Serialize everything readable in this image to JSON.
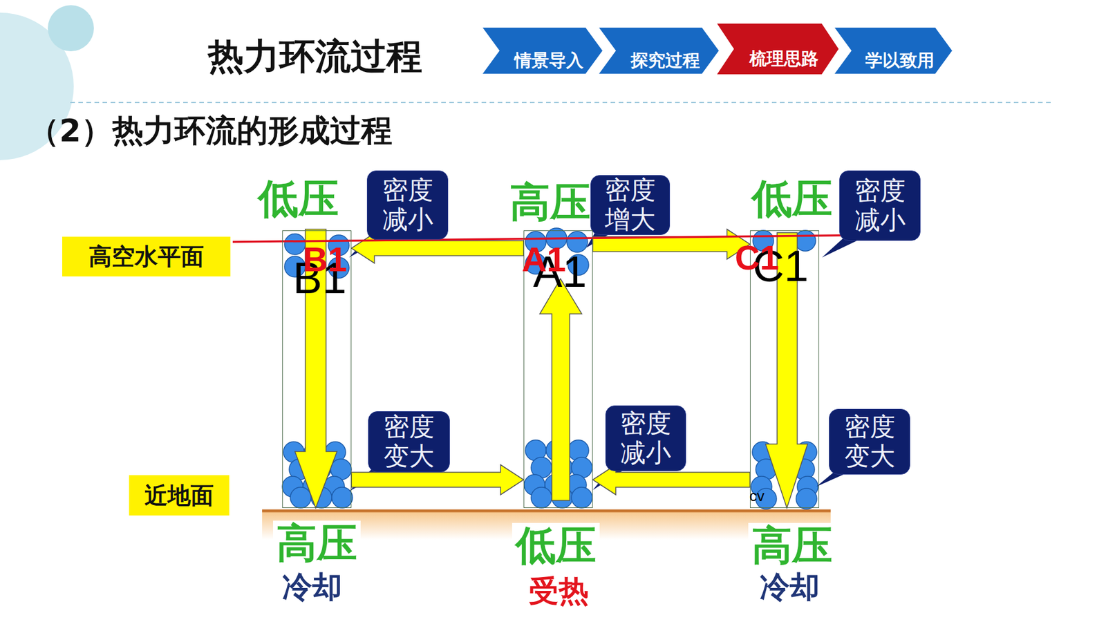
{
  "diagram": {
    "title": "热力环流过程",
    "nodes": [
      {
        "text": [
          "情景导入"
        ]
      },
      {
        "text": [
          "探究过程"
        ]
      },
      {
        "text": [
          "梳理思路"
        ]
      },
      {
        "text": [
          "学以致用"
        ]
      },
      {
        "text": [
          "高空水平面"
        ]
      },
      {
        "text": [
          "密度减小"
        ]
      },
      {
        "text": [
          "密度增大"
        ]
      },
      {
        "text": [
          "密度减小"
        ]
      },
      {
        "text": [
          "B1",
          "B1"
        ]
      },
      {
        "text": [
          "A1",
          "A1"
        ]
      },
      {
        "text": [
          "C1",
          "C1",
          "cv"
        ]
      },
      {
        "text": [
          "密度变大"
        ]
      },
      {
        "text": [
          "密度减小"
        ]
      },
      {
        "text": [
          "密度变大"
        ]
      },
      {
        "text": [
          "近地面"
        ]
      }
    ],
    "edges": [
      {
        "from": 9,
        "to": 8,
        "arrow": "to"
      },
      {
        "from": 9,
        "to": 10,
        "arrow": "to"
      },
      {
        "from": 8,
        "to": 9,
        "arrow": "to"
      },
      {
        "from": 10,
        "to": 9,
        "arrow": "to"
      }
    ],
    "labels": [
      "（2）热力环流的形成过程",
      "低压",
      "高压",
      "低压",
      "高压",
      "低压",
      "高压",
      "冷却",
      "受热",
      "冷却"
    ]
  }
}
